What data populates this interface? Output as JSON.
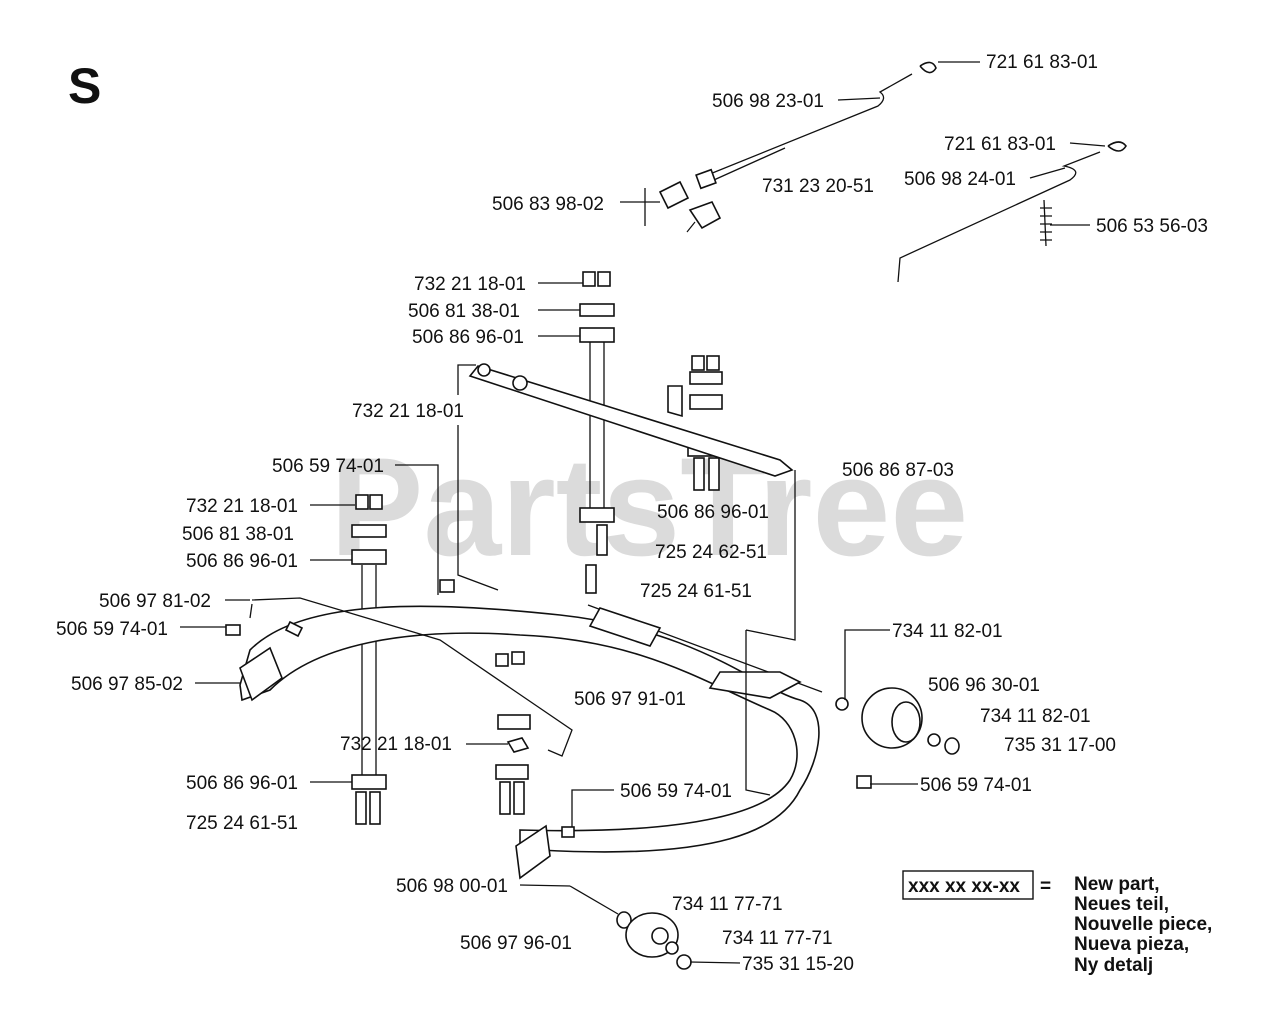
{
  "section_letter": "S",
  "watermark": "PartsTree",
  "parts": {
    "p01": "721 61 83-01",
    "p02": "506 98 23-01",
    "p03": "721 61 83-01",
    "p04": "506 98 24-01",
    "p05": "506 53 56-03",
    "p06": "731 23 20-51",
    "p07": "506 83 98-02",
    "p08": "732 21 18-01",
    "p09": "506 81 38-01",
    "p10": "506 86 96-01",
    "p11": "732 21 18-01",
    "p12": "506 59 74-01",
    "p13": "506 86 87-03",
    "p14": "732 21 18-01",
    "p15": "506 81 38-01",
    "p16": "506 86 96-01",
    "p17": "506 86 96-01",
    "p18": "725 24 62-51",
    "p19": "725 24 61-51",
    "p20": "506 97 81-02",
    "p21": "506 59 74-01",
    "p22": "506 97 85-02",
    "p23": "734 11 82-01",
    "p24": "506 96 30-01",
    "p25": "506 97 91-01",
    "p26": "734 11 82-01",
    "p27": "735 31 17-00",
    "p28": "732 21 18-01",
    "p29": "506 59 74-01",
    "p30": "506 86 96-01",
    "p31": "506 59 74-01",
    "p32": "725 24 61-51",
    "p33": "506 98 00-01",
    "p34": "734 11 77-71",
    "p35": "506 97 96-01",
    "p36": "734 11 77-71",
    "p37": "735 31 15-20"
  },
  "legend": {
    "box_text": "xxx xx xx-xx",
    "equals": "=",
    "lines": [
      "New part,",
      "Neues teil,",
      "Nouvelle piece,",
      "Nueva pieza,",
      "Ny detalj"
    ]
  }
}
